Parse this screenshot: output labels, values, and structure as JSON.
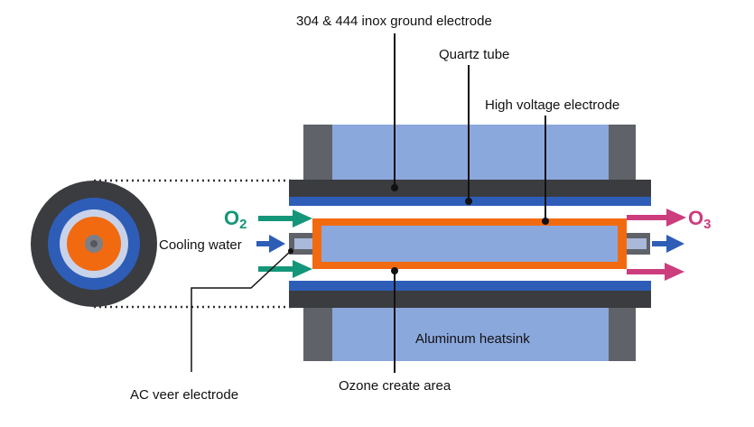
{
  "labels": {
    "ground_electrode": "304 & 444 inox ground electrode",
    "quartz_tube": "Quartz tube",
    "high_voltage_electrode": "High voltage electrode",
    "cooling_water": "Cooling water",
    "aluminum_heatsink": "Aluminum heatsink",
    "ac_veer_electrode": "AC veer electrode",
    "ozone_create_area": "Ozone create area"
  },
  "gases": {
    "input": {
      "symbol": "O",
      "subscript": "2"
    },
    "output": {
      "symbol": "O",
      "subscript": "3"
    }
  },
  "colors": {
    "heatsink_light": "#8ba8dd",
    "heatsink_dark": "#5f6268",
    "ground_dark": "#3a3c40",
    "quartz_blue": "#2e5db8",
    "hv_orange": "#f26a10",
    "inner_blue": "#8ba8dd",
    "o2_teal": "#14967a",
    "o3_magenta": "#cc3d7e",
    "water_blue": "#2e5db8"
  }
}
